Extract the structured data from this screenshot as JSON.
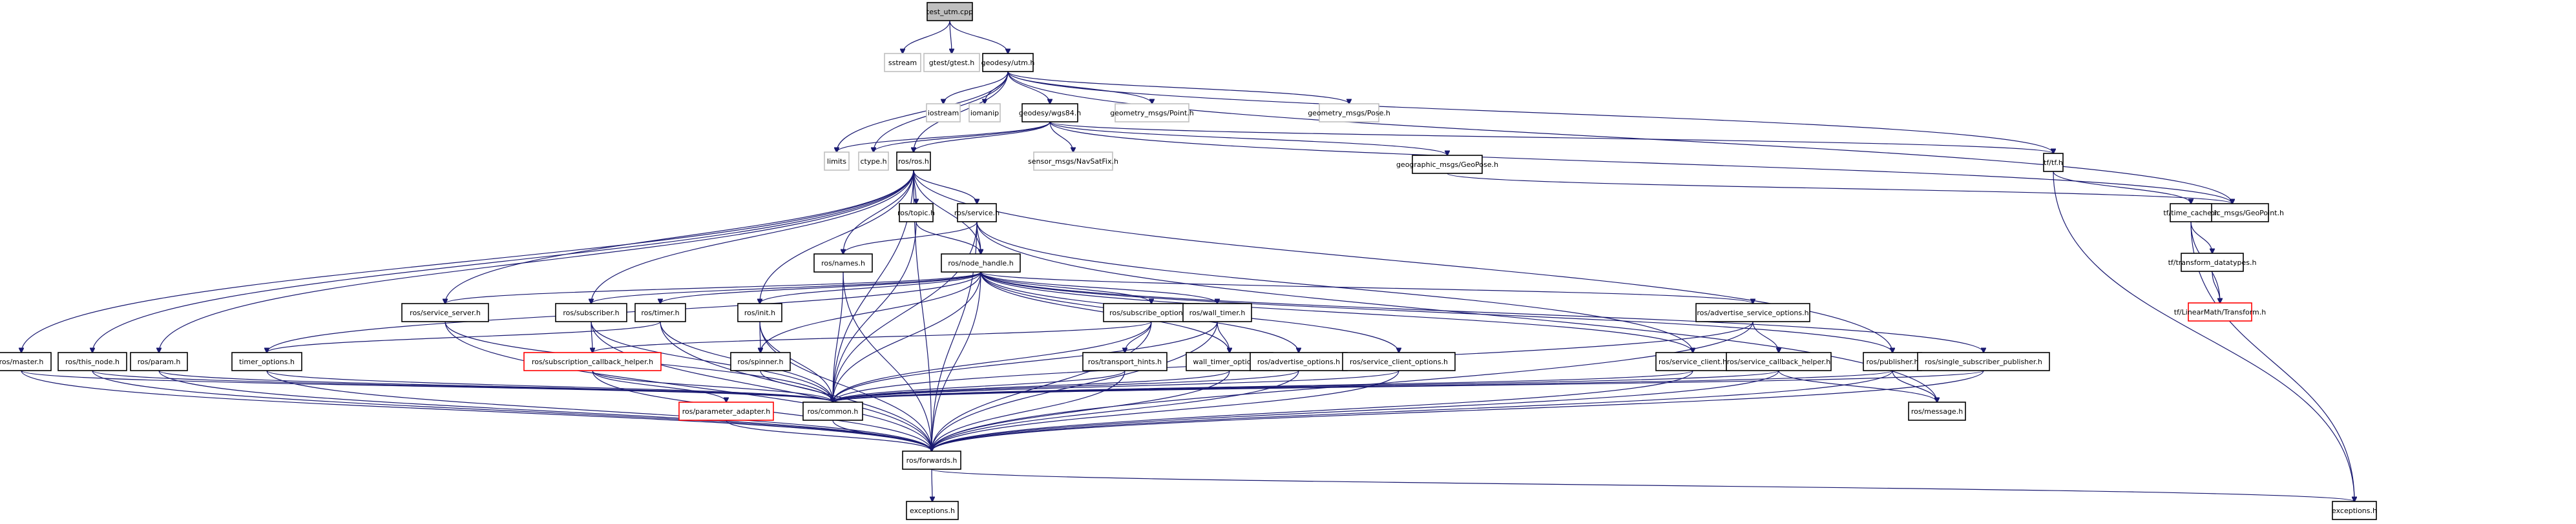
{
  "diagram": {
    "title": "test_utm.cpp",
    "kind": "include dependency graph",
    "colors": {
      "edge": "#191970",
      "root_fill": "#bfbfbf",
      "node_border": "#000000",
      "external_border": "#bfbfbf",
      "truncated_border": "#ff0000"
    },
    "nodes": [
      {
        "id": "test_utm",
        "label": "test_utm.cpp",
        "style": "root"
      },
      {
        "id": "sstream",
        "label": "sstream",
        "style": "external"
      },
      {
        "id": "gtest",
        "label": "gtest/gtest.h",
        "style": "external"
      },
      {
        "id": "utm",
        "label": "geodesy/utm.h",
        "style": "normal"
      },
      {
        "id": "iostream",
        "label": "iostream",
        "style": "external"
      },
      {
        "id": "iomanip",
        "label": "iomanip",
        "style": "external"
      },
      {
        "id": "wgs84",
        "label": "geodesy/wgs84.h",
        "style": "normal"
      },
      {
        "id": "gm_point",
        "label": "geometry_msgs/Point.h",
        "style": "external"
      },
      {
        "id": "gm_pose",
        "label": "geometry_msgs/Pose.h",
        "style": "external"
      },
      {
        "id": "limits",
        "label": "limits",
        "style": "external"
      },
      {
        "id": "ctype",
        "label": "ctype.h",
        "style": "external"
      },
      {
        "id": "ros",
        "label": "ros/ros.h",
        "style": "normal"
      },
      {
        "id": "navsat",
        "label": "sensor_msgs/NavSatFix.h",
        "style": "external"
      },
      {
        "id": "geopose",
        "label": "geographic_msgs/GeoPose.h",
        "style": "normal"
      },
      {
        "id": "tf",
        "label": "tf/tf.h",
        "style": "normal"
      },
      {
        "id": "geopoint",
        "label": "geographic_msgs/GeoPoint.h",
        "style": "normal"
      },
      {
        "id": "time_cache",
        "label": "tf/time_cache.h",
        "style": "normal"
      },
      {
        "id": "transform_dt",
        "label": "tf/transform_datatypes.h",
        "style": "normal"
      },
      {
        "id": "lm_transform",
        "label": "tf/LinearMath/Transform.h",
        "style": "truncated"
      },
      {
        "id": "topic",
        "label": "ros/topic.h",
        "style": "normal"
      },
      {
        "id": "service",
        "label": "ros/service.h",
        "style": "normal"
      },
      {
        "id": "names",
        "label": "ros/names.h",
        "style": "normal"
      },
      {
        "id": "node_handle",
        "label": "ros/node_handle.h",
        "style": "normal"
      },
      {
        "id": "service_server",
        "label": "ros/service_server.h",
        "style": "normal"
      },
      {
        "id": "subscriber",
        "label": "ros/subscriber.h",
        "style": "normal"
      },
      {
        "id": "timer",
        "label": "ros/timer.h",
        "style": "normal"
      },
      {
        "id": "init",
        "label": "ros/init.h",
        "style": "normal"
      },
      {
        "id": "subscribe_opts",
        "label": "ros/subscribe_options.h",
        "style": "normal"
      },
      {
        "id": "wall_timer",
        "label": "ros/wall_timer.h",
        "style": "normal"
      },
      {
        "id": "adv_srv_opts",
        "label": "ros/advertise_service_options.h",
        "style": "normal"
      },
      {
        "id": "master",
        "label": "ros/master.h",
        "style": "normal"
      },
      {
        "id": "this_node",
        "label": "ros/this_node.h",
        "style": "normal"
      },
      {
        "id": "param",
        "label": "ros/param.h",
        "style": "normal"
      },
      {
        "id": "timer_opts",
        "label": "timer_options.h",
        "style": "normal"
      },
      {
        "id": "sub_cb_helper",
        "label": "ros/subscription_callback_helper.h",
        "style": "truncated"
      },
      {
        "id": "spinner",
        "label": "ros/spinner.h",
        "style": "normal"
      },
      {
        "id": "transport_hints",
        "label": "ros/transport_hints.h",
        "style": "normal"
      },
      {
        "id": "wall_timer_opts",
        "label": "wall_timer_options.h",
        "style": "normal"
      },
      {
        "id": "advertise_opts",
        "label": "ros/advertise_options.h",
        "style": "normal"
      },
      {
        "id": "srv_client_opts",
        "label": "ros/service_client_options.h",
        "style": "normal"
      },
      {
        "id": "service_client",
        "label": "ros/service_client.h",
        "style": "normal"
      },
      {
        "id": "srv_cb_helper",
        "label": "ros/service_callback_helper.h",
        "style": "normal"
      },
      {
        "id": "publisher",
        "label": "ros/publisher.h",
        "style": "normal"
      },
      {
        "id": "single_sub_pub",
        "label": "ros/single_subscriber_publisher.h",
        "style": "normal"
      },
      {
        "id": "param_adapter",
        "label": "ros/parameter_adapter.h",
        "style": "truncated"
      },
      {
        "id": "common",
        "label": "ros/common.h",
        "style": "normal"
      },
      {
        "id": "message",
        "label": "ros/message.h",
        "style": "normal"
      },
      {
        "id": "forwards",
        "label": "ros/forwards.h",
        "style": "normal"
      },
      {
        "id": "exceptions_ros",
        "label": "exceptions.h",
        "style": "normal"
      },
      {
        "id": "exceptions_tf",
        "label": "exceptions.h",
        "style": "normal"
      }
    ],
    "edges": [
      [
        "test_utm",
        "sstream"
      ],
      [
        "test_utm",
        "gtest"
      ],
      [
        "test_utm",
        "utm"
      ],
      [
        "utm",
        "iostream"
      ],
      [
        "utm",
        "iomanip"
      ],
      [
        "utm",
        "wgs84"
      ],
      [
        "utm",
        "gm_point"
      ],
      [
        "utm",
        "gm_pose"
      ],
      [
        "utm",
        "limits"
      ],
      [
        "utm",
        "ctype"
      ],
      [
        "utm",
        "ros"
      ],
      [
        "utm",
        "tf"
      ],
      [
        "utm",
        "geopoint"
      ],
      [
        "wgs84",
        "limits"
      ],
      [
        "wgs84",
        "ctype"
      ],
      [
        "wgs84",
        "ros"
      ],
      [
        "wgs84",
        "navsat"
      ],
      [
        "wgs84",
        "geopose"
      ],
      [
        "wgs84",
        "tf"
      ],
      [
        "wgs84",
        "geopoint"
      ],
      [
        "geopose",
        "geopoint"
      ],
      [
        "tf",
        "time_cache"
      ],
      [
        "tf",
        "exceptions_tf"
      ],
      [
        "time_cache",
        "transform_dt"
      ],
      [
        "time_cache",
        "lm_transform"
      ],
      [
        "time_cache",
        "exceptions_tf"
      ],
      [
        "transform_dt",
        "lm_transform"
      ],
      [
        "ros",
        "topic"
      ],
      [
        "ros",
        "service"
      ],
      [
        "ros",
        "names"
      ],
      [
        "ros",
        "node_handle"
      ],
      [
        "ros",
        "service_server"
      ],
      [
        "ros",
        "subscriber"
      ],
      [
        "ros",
        "init"
      ],
      [
        "ros",
        "master"
      ],
      [
        "ros",
        "this_node"
      ],
      [
        "ros",
        "param"
      ],
      [
        "ros",
        "publisher"
      ],
      [
        "ros",
        "common"
      ],
      [
        "ros",
        "forwards"
      ],
      [
        "topic",
        "node_handle"
      ],
      [
        "topic",
        "common"
      ],
      [
        "service",
        "names"
      ],
      [
        "service",
        "node_handle"
      ],
      [
        "service",
        "common"
      ],
      [
        "service",
        "service_client"
      ],
      [
        "service",
        "message"
      ],
      [
        "service",
        "forwards"
      ],
      [
        "names",
        "forwards"
      ],
      [
        "names",
        "common"
      ],
      [
        "node_handle",
        "service_server"
      ],
      [
        "node_handle",
        "subscriber"
      ],
      [
        "node_handle",
        "timer"
      ],
      [
        "node_handle",
        "init"
      ],
      [
        "node_handle",
        "subscribe_opts"
      ],
      [
        "node_handle",
        "wall_timer"
      ],
      [
        "node_handle",
        "adv_srv_opts"
      ],
      [
        "node_handle",
        "timer_opts"
      ],
      [
        "node_handle",
        "spinner"
      ],
      [
        "node_handle",
        "wall_timer_opts"
      ],
      [
        "node_handle",
        "advertise_opts"
      ],
      [
        "node_handle",
        "srv_client_opts"
      ],
      [
        "node_handle",
        "service_client"
      ],
      [
        "node_handle",
        "publisher"
      ],
      [
        "node_handle",
        "single_sub_pub"
      ],
      [
        "node_handle",
        "common"
      ],
      [
        "node_handle",
        "forwards"
      ],
      [
        "service_server",
        "common"
      ],
      [
        "service_server",
        "forwards"
      ],
      [
        "subscriber",
        "sub_cb_helper"
      ],
      [
        "subscriber",
        "common"
      ],
      [
        "subscriber",
        "forwards"
      ],
      [
        "timer",
        "timer_opts"
      ],
      [
        "timer",
        "common"
      ],
      [
        "timer",
        "forwards"
      ],
      [
        "init",
        "spinner"
      ],
      [
        "init",
        "common"
      ],
      [
        "init",
        "forwards"
      ],
      [
        "subscribe_opts",
        "transport_hints"
      ],
      [
        "subscribe_opts",
        "sub_cb_helper"
      ],
      [
        "subscribe_opts",
        "common"
      ],
      [
        "subscribe_opts",
        "forwards"
      ],
      [
        "wall_timer",
        "wall_timer_opts"
      ],
      [
        "wall_timer",
        "common"
      ],
      [
        "wall_timer",
        "forwards"
      ],
      [
        "adv_srv_opts",
        "srv_cb_helper"
      ],
      [
        "adv_srv_opts",
        "common"
      ],
      [
        "adv_srv_opts",
        "forwards"
      ],
      [
        "master",
        "forwards"
      ],
      [
        "master",
        "common"
      ],
      [
        "this_node",
        "forwards"
      ],
      [
        "this_node",
        "common"
      ],
      [
        "param",
        "forwards"
      ],
      [
        "param",
        "common"
      ],
      [
        "timer_opts",
        "forwards"
      ],
      [
        "timer_opts",
        "common"
      ],
      [
        "sub_cb_helper",
        "param_adapter"
      ],
      [
        "sub_cb_helper",
        "common"
      ],
      [
        "sub_cb_helper",
        "forwards"
      ],
      [
        "spinner",
        "common"
      ],
      [
        "transport_hints",
        "common"
      ],
      [
        "transport_hints",
        "forwards"
      ],
      [
        "wall_timer_opts",
        "common"
      ],
      [
        "wall_timer_opts",
        "forwards"
      ],
      [
        "advertise_opts",
        "common"
      ],
      [
        "advertise_opts",
        "forwards"
      ],
      [
        "srv_client_opts",
        "common"
      ],
      [
        "srv_client_opts",
        "forwards"
      ],
      [
        "service_client",
        "common"
      ],
      [
        "service_client",
        "forwards"
      ],
      [
        "srv_cb_helper",
        "common"
      ],
      [
        "srv_cb_helper",
        "forwards"
      ],
      [
        "srv_cb_helper",
        "message"
      ],
      [
        "publisher",
        "message"
      ],
      [
        "publisher",
        "common"
      ],
      [
        "publisher",
        "forwards"
      ],
      [
        "single_sub_pub",
        "common"
      ],
      [
        "single_sub_pub",
        "forwards"
      ],
      [
        "param_adapter",
        "forwards"
      ],
      [
        "common",
        "forwards"
      ],
      [
        "forwards",
        "exceptions_ros"
      ],
      [
        "forwards",
        "exceptions_tf"
      ]
    ]
  }
}
